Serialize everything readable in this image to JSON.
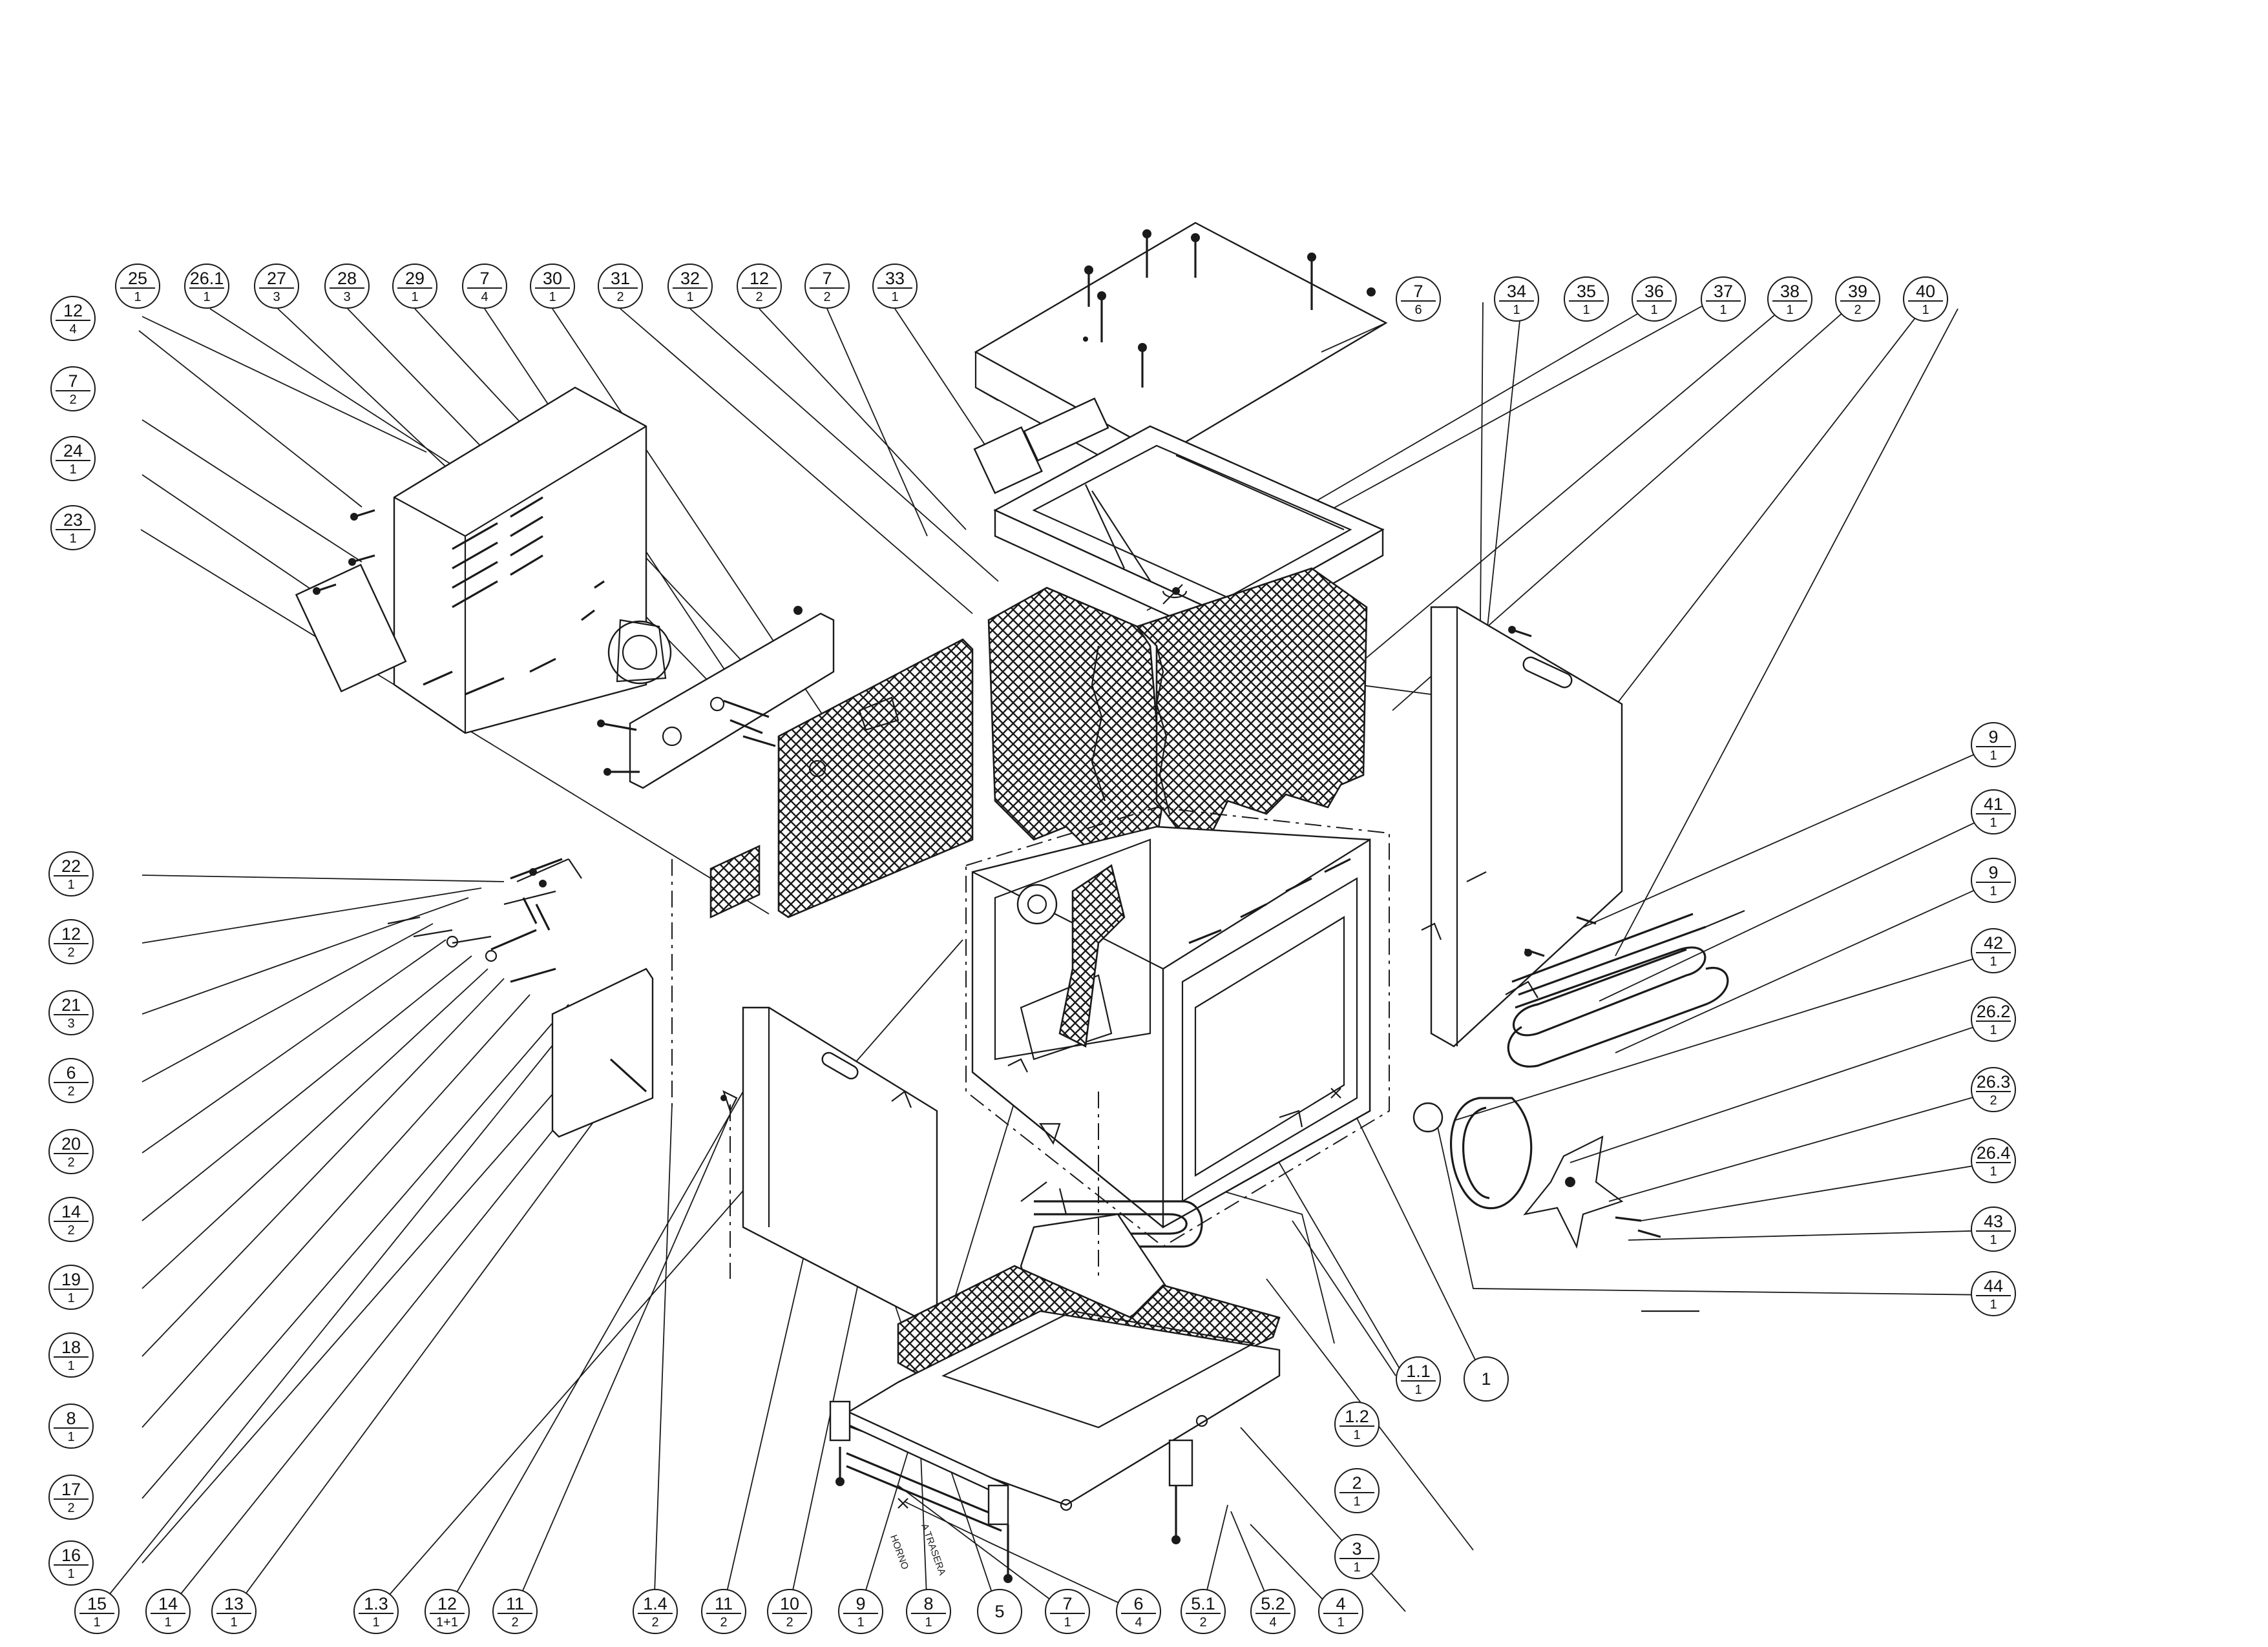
{
  "callouts": [
    {
      "num": "25",
      "qty": "1"
    },
    {
      "num": "26.1",
      "qty": "1"
    },
    {
      "num": "27",
      "qty": "3"
    },
    {
      "num": "28",
      "qty": "3"
    },
    {
      "num": "29",
      "qty": "1"
    },
    {
      "num": "7",
      "qty": "4"
    },
    {
      "num": "30",
      "qty": "1"
    },
    {
      "num": "31",
      "qty": "2"
    },
    {
      "num": "32",
      "qty": "1"
    },
    {
      "num": "12",
      "qty": "2"
    },
    {
      "num": "7",
      "qty": "2"
    },
    {
      "num": "33",
      "qty": "1"
    },
    {
      "num": "7",
      "qty": "6"
    },
    {
      "num": "34",
      "qty": "1"
    },
    {
      "num": "35",
      "qty": "1"
    },
    {
      "num": "36",
      "qty": "1"
    },
    {
      "num": "37",
      "qty": "1"
    },
    {
      "num": "38",
      "qty": "1"
    },
    {
      "num": "39",
      "qty": "2"
    },
    {
      "num": "40",
      "qty": "1"
    },
    {
      "num": "12",
      "qty": "4"
    },
    {
      "num": "7",
      "qty": "2"
    },
    {
      "num": "24",
      "qty": "1"
    },
    {
      "num": "23",
      "qty": "1"
    },
    {
      "num": "9",
      "qty": "1"
    },
    {
      "num": "41",
      "qty": "1"
    },
    {
      "num": "9",
      "qty": "1"
    },
    {
      "num": "42",
      "qty": "1"
    },
    {
      "num": "26.2",
      "qty": "1"
    },
    {
      "num": "26.3",
      "qty": "2"
    },
    {
      "num": "26.4",
      "qty": "1"
    },
    {
      "num": "43",
      "qty": "1"
    },
    {
      "num": "44",
      "qty": "1"
    },
    {
      "num": "22",
      "qty": "1"
    },
    {
      "num": "12",
      "qty": "2"
    },
    {
      "num": "21",
      "qty": "3"
    },
    {
      "num": "6",
      "qty": "2"
    },
    {
      "num": "20",
      "qty": "2"
    },
    {
      "num": "14",
      "qty": "2"
    },
    {
      "num": "19",
      "qty": "1"
    },
    {
      "num": "18",
      "qty": "1"
    },
    {
      "num": "8",
      "qty": "1"
    },
    {
      "num": "17",
      "qty": "2"
    },
    {
      "num": "16",
      "qty": "1"
    },
    {
      "num": "1.1",
      "qty": "1"
    },
    {
      "num": "1",
      "qty": ""
    },
    {
      "num": "1.2",
      "qty": "1"
    },
    {
      "num": "2",
      "qty": "1"
    },
    {
      "num": "3",
      "qty": "1"
    },
    {
      "num": "15",
      "qty": "1"
    },
    {
      "num": "14",
      "qty": "1"
    },
    {
      "num": "13",
      "qty": "1"
    },
    {
      "num": "1.3",
      "qty": "1"
    },
    {
      "num": "12",
      "qty": "1+1"
    },
    {
      "num": "11",
      "qty": "2"
    },
    {
      "num": "1.4",
      "qty": "2"
    },
    {
      "num": "11",
      "qty": "2"
    },
    {
      "num": "10",
      "qty": "2"
    },
    {
      "num": "9",
      "qty": "1"
    },
    {
      "num": "8",
      "qty": "1"
    },
    {
      "num": "5",
      "qty": ""
    },
    {
      "num": "7",
      "qty": "1"
    },
    {
      "num": "6",
      "qty": "4"
    },
    {
      "num": "5.1",
      "qty": "2"
    },
    {
      "num": "5.2",
      "qty": "4"
    },
    {
      "num": "4",
      "qty": "1"
    }
  ],
  "stamp": {
    "line1": "A TRASERA",
    "line2": "HORNO"
  }
}
